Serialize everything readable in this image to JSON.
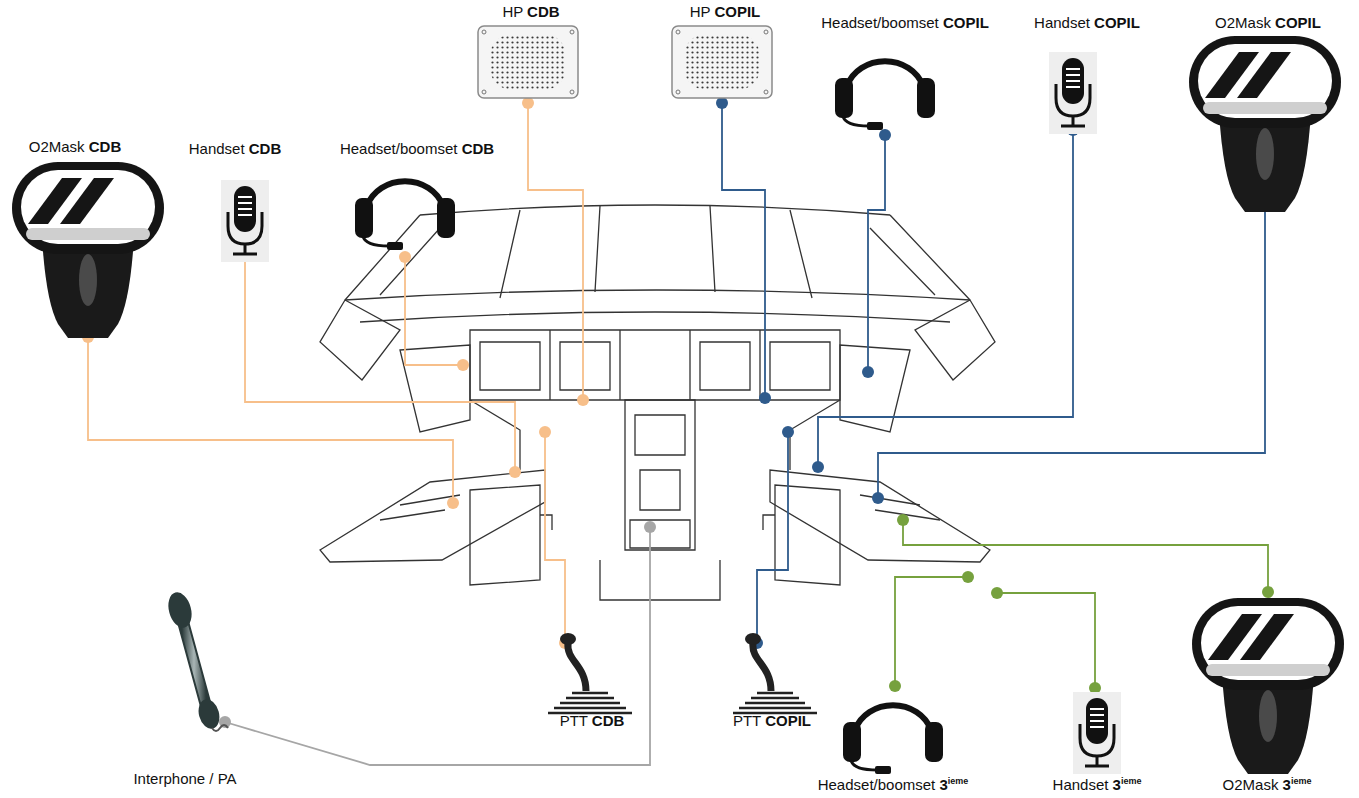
{
  "diagram": {
    "labels": [
      "O2Mask CDB",
      "Handset CDB",
      "Headset/boomset CDB",
      "HP CDB",
      "HP COPIL",
      "Headset/boomset COPIL",
      "Handset COPIL",
      "O2Mask COPIL",
      "PTT CDB",
      "PTT COPIL",
      "Interphone / PA",
      "Headset/boomset 3ieme",
      "Handset 3ieme",
      "O2Mask 3ieme"
    ]
  }
}
